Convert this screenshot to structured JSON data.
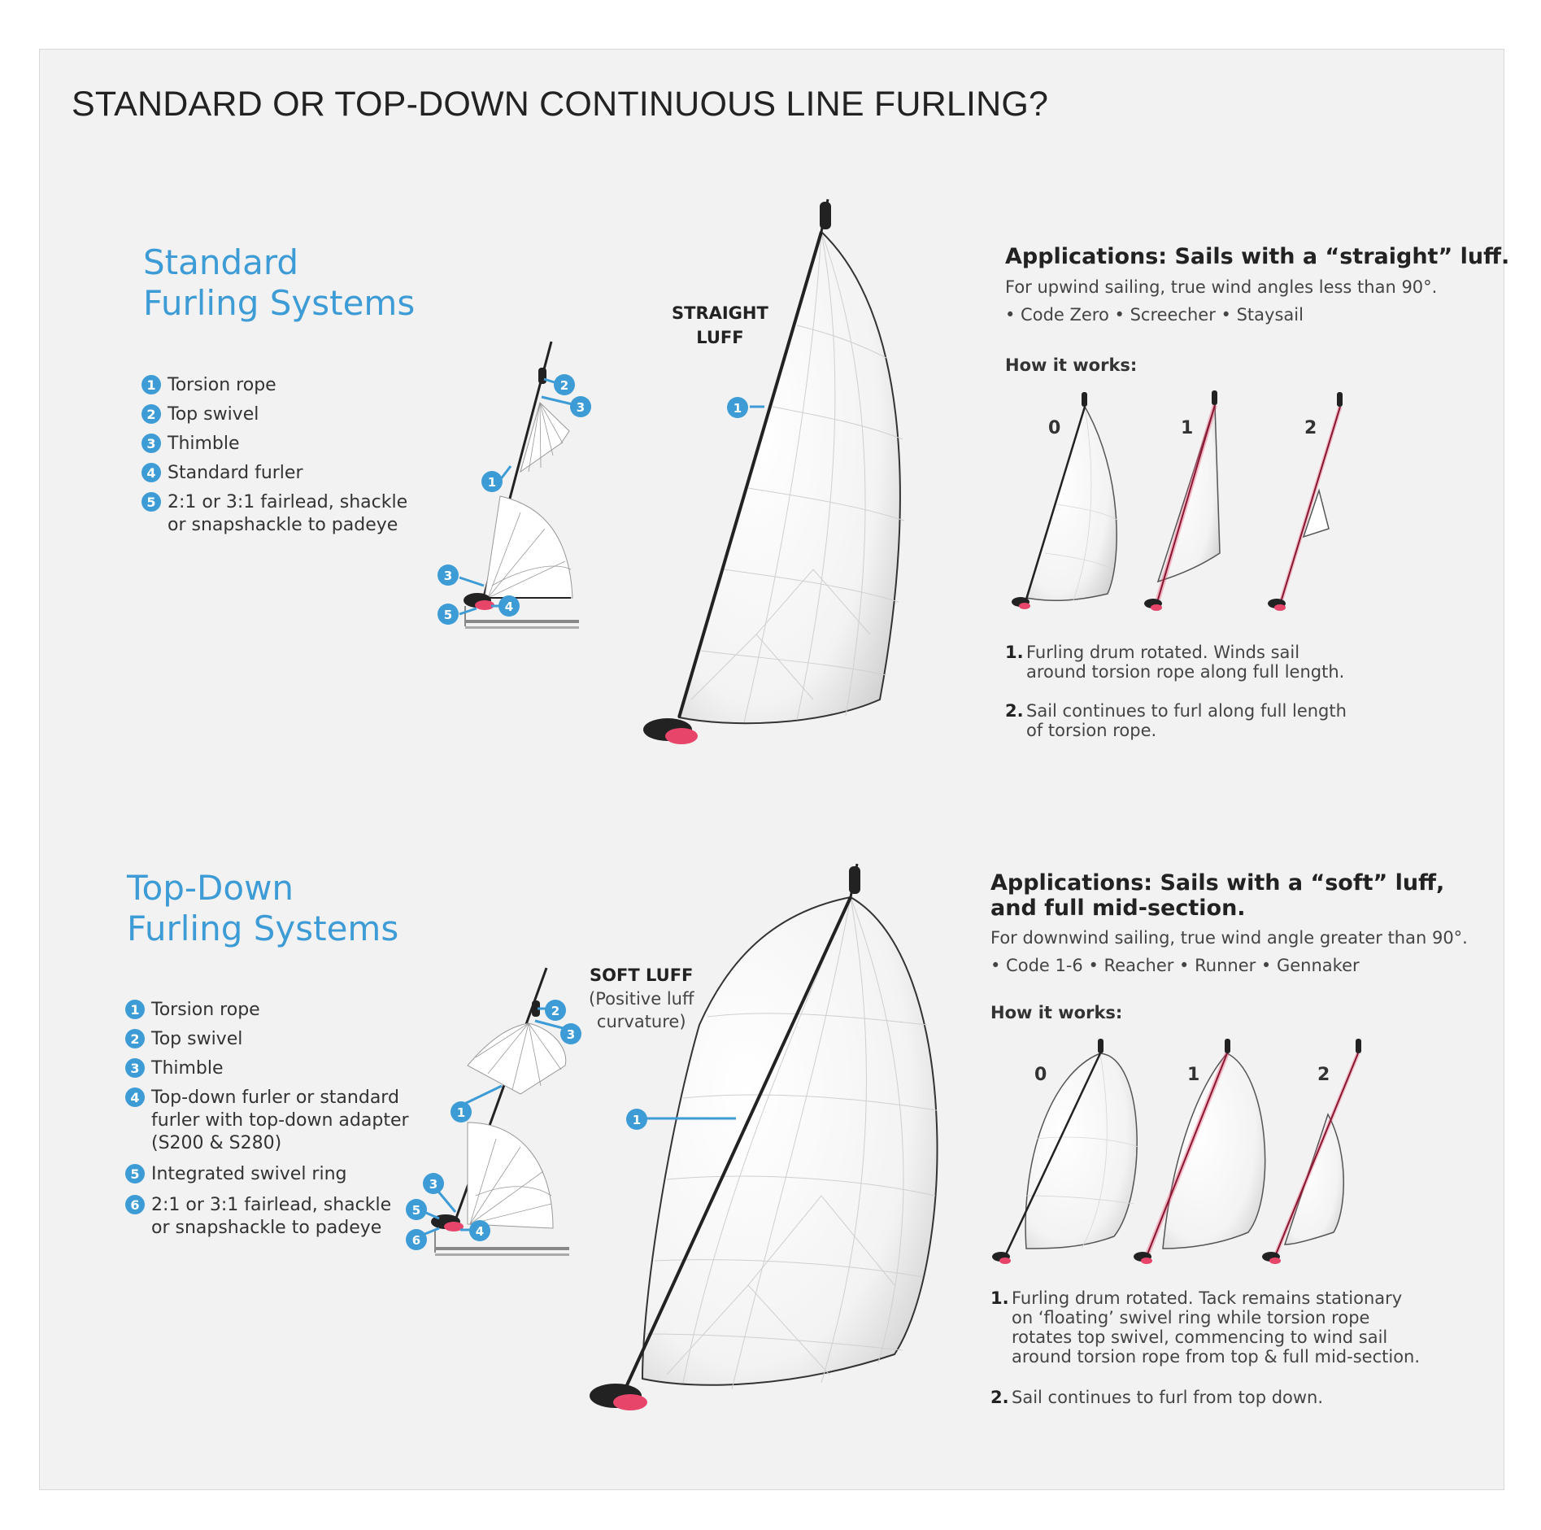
{
  "title": "STANDARD OR TOP-DOWN CONTINUOUS LINE FURLING?",
  "colors": {
    "accent": "#3d9bd6",
    "drum": "#e8456b",
    "line": "#222222",
    "background": "#f2f2f2"
  },
  "standard": {
    "title_line1": "Standard",
    "title_line2": "Furling Systems",
    "legend": [
      {
        "num": "1",
        "text": "Torsion rope"
      },
      {
        "num": "2",
        "text": "Top swivel"
      },
      {
        "num": "3",
        "text": "Thimble"
      },
      {
        "num": "4",
        "text": "Standard furler"
      },
      {
        "num": "5",
        "text": "2:1 or 3:1 fairlead, shackle",
        "text2": "or snapshackle to padeye"
      }
    ],
    "luff_line1": "STRAIGHT",
    "luff_line2": "LUFF",
    "applications_title": "Applications: Sails with a “straight” luff.",
    "applications_desc": "For upwind sailing, true wind angles less than 90°.",
    "applications_list": "• Code Zero • Screecher • Staysail",
    "how_title": "How it works:",
    "frames": [
      "0",
      "1",
      "2"
    ],
    "steps": [
      {
        "num": "1.",
        "line1": "Furling drum rotated. Winds sail",
        "line2": "around torsion rope along full length."
      },
      {
        "num": "2.",
        "line1": "Sail continues to furl along full length",
        "line2": "of torsion rope."
      }
    ],
    "callouts": [
      "1",
      "2",
      "3",
      "1",
      "3",
      "4",
      "5"
    ]
  },
  "topdown": {
    "title_line1": "Top-Down",
    "title_line2": "Furling Systems",
    "legend": [
      {
        "num": "1",
        "text": "Torsion rope"
      },
      {
        "num": "2",
        "text": "Top swivel"
      },
      {
        "num": "3",
        "text": "Thimble"
      },
      {
        "num": "4",
        "text": "Top-down furler or standard",
        "text2": "furler with top-down adapter",
        "text3": "(S200 & S280)"
      },
      {
        "num": "5",
        "text": "Integrated swivel ring"
      },
      {
        "num": "6",
        "text": "2:1 or 3:1 fairlead, shackle",
        "text2": "or snapshackle to padeye"
      }
    ],
    "luff_line1": "SOFT LUFF",
    "luff_sub1": "(Positive luff",
    "luff_sub2": "curvature)",
    "applications_title1": "Applications: Sails with a “soft” luff,",
    "applications_title2": "and full mid-section.",
    "applications_desc": "For downwind sailing, true wind angle greater than 90°.",
    "applications_list": "• Code 1-6 • Reacher • Runner • Gennaker",
    "how_title": "How it works:",
    "frames": [
      "0",
      "1",
      "2"
    ],
    "steps": [
      {
        "num": "1.",
        "line1": "Furling drum rotated. Tack remains stationary",
        "line2": "on ‘floating’ swivel ring while torsion rope",
        "line3": "rotates top swivel, commencing to wind sail",
        "line4": "around torsion rope from top & full mid-section."
      },
      {
        "num": "2.",
        "line1": "Sail continues to furl from top down."
      }
    ],
    "callouts": [
      "1",
      "2",
      "3",
      "1",
      "3",
      "5",
      "4",
      "6"
    ]
  }
}
